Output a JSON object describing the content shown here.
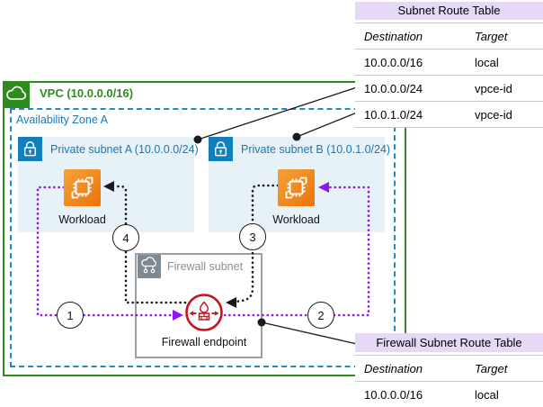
{
  "diagram": {
    "vpc_label": "VPC (10.0.0.0/16)",
    "az_label": "Availability Zone A",
    "subnet_a": {
      "label": "Private subnet A (10.0.0.0/24)",
      "workload_label": "Workload"
    },
    "subnet_b": {
      "label": "Private subnet B (10.0.1.0/24)",
      "workload_label": "Workload"
    },
    "firewall_subnet_label": "Firewall subnet",
    "firewall_endpoint_label": "Firewall endpoint",
    "steps": [
      "1",
      "2",
      "3",
      "4"
    ]
  },
  "subnet_route_table": {
    "title": "Subnet Route Table",
    "columns": [
      "Destination",
      "Target"
    ],
    "rows": [
      [
        "10.0.0.0/16",
        "local"
      ],
      [
        "10.0.0.0/24",
        "vpce-id"
      ],
      [
        "10.0.1.0/24",
        "vpce-id"
      ]
    ]
  },
  "firewall_subnet_route_table": {
    "title": "Firewall Subnet Route Table",
    "columns": [
      "Destination",
      "Target"
    ],
    "rows": [
      [
        "10.0.0.0/16",
        "local"
      ]
    ]
  },
  "colors": {
    "vpc_green": "#2E8B1D",
    "az_blue": "#2089C9",
    "subnet_text_blue": "#1679B8",
    "subnet_icon_blue": "#147EBA",
    "subnet_bg": "#E7F1F8",
    "workload_orange": "#ED7100",
    "firewall_red": "#C7131F",
    "flow_purple": "#9114F2",
    "flow_black": "#1a1a1a",
    "table_header_lavender": "#E6D9F5",
    "firewall_gray": "#7D8A94"
  }
}
